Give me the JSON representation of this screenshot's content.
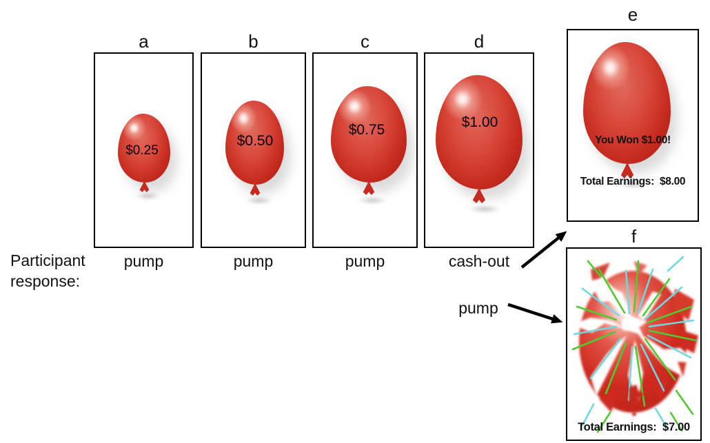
{
  "caption": {
    "line1": "Participant",
    "line2": "response:"
  },
  "panels": [
    {
      "label": "a",
      "balloon_value": "$0.25",
      "response": "pump"
    },
    {
      "label": "b",
      "balloon_value": "$0.50",
      "response": "pump"
    },
    {
      "label": "c",
      "balloon_value": "$0.75",
      "response": "pump"
    },
    {
      "label": "d",
      "balloon_value": "$1.00",
      "response": "cash-out"
    },
    {
      "label": "e",
      "result_line1": "You Won $1.00!",
      "result_line2": "Total Earnings:  $8.00"
    },
    {
      "label": "f",
      "response": "pump",
      "result_line": "Total Earnings:  $7.00"
    }
  ],
  "colors": {
    "balloon_red": "#c62a1f",
    "balloon_mid": "#d8473a",
    "balloon_dark": "#9e1d16",
    "burst_green": "#4ecb2e",
    "burst_cyan": "#6fd8e2",
    "arrow_black": "#000000"
  }
}
